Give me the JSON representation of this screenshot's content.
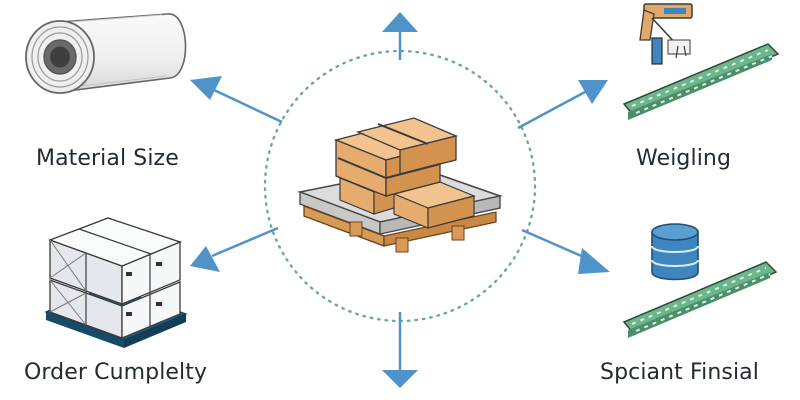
{
  "labels": {
    "material_size": "Material Size",
    "weighing": "Weigling",
    "order_complexity": "Order Cumplelty",
    "special_finish": "Spciant Finsial"
  },
  "colors": {
    "arrow": "#4f93c8",
    "circle": "#6aa89c",
    "box": "#e6ac6e",
    "pallet_wood": "#d89b57",
    "conveyor": "#6db58d",
    "rack": "#1f5e83",
    "database": "#3f86c0"
  },
  "icons": [
    "material-roll-icon",
    "weighing-conveyor-icon",
    "rack-storage-icon",
    "database-conveyor-icon",
    "pallet-boxes-icon"
  ]
}
